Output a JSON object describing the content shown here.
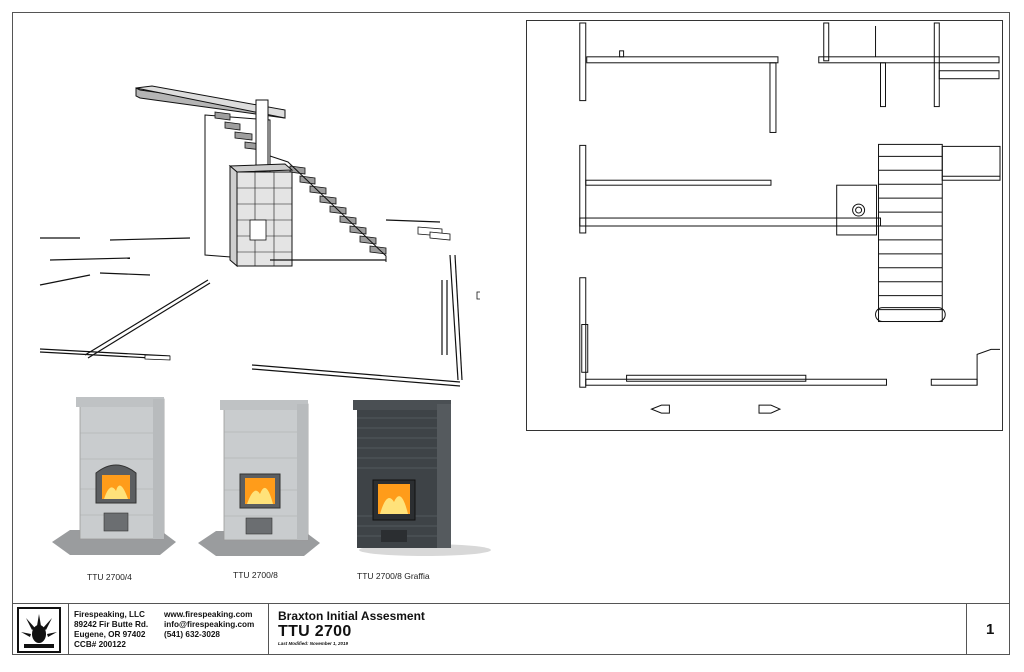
{
  "stoves": [
    {
      "label": "TTU 2700/4",
      "finish": "soapstone-light"
    },
    {
      "label": "TTU 2700/8",
      "finish": "soapstone-light"
    },
    {
      "label": "TTU 2700/8 Graffia",
      "finish": "graffia-dark"
    }
  ],
  "company": {
    "name": "Firespeaking, LLC",
    "street": "89242 Fir Butte Rd.",
    "city": "Eugene, OR 97402",
    "ccb": "CCB# 200122",
    "website": "www.firespeaking.com",
    "email": "info@firespeaking.com",
    "phone": "(541) 632-3028"
  },
  "project": {
    "title": "Braxton Initial Assesment",
    "model": "TTU 2700",
    "modified": "Last Modified: November 1, 2019"
  },
  "page_number": "1",
  "colors": {
    "soapstone": "#c9ccce",
    "graffia": "#3e4347",
    "stair_gray": "#aaaaaa",
    "line": "#111111"
  },
  "icons": {
    "logo": "flame-logo-icon",
    "door": "fire-door-icon"
  }
}
